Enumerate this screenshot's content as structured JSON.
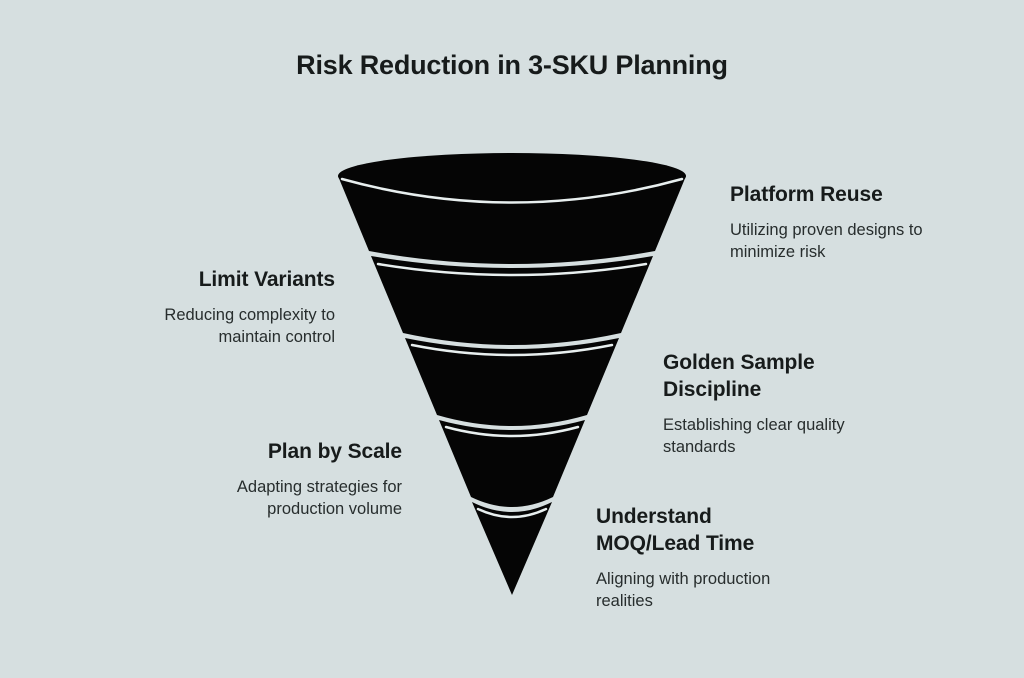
{
  "title": "Risk Reduction in 3-SKU Planning",
  "colors": {
    "background": "#d6dfe0",
    "funnel_fill": "#050505",
    "separator_line": "#e8efef",
    "heading_text": "#171b1b",
    "body_text": "#272d2d"
  },
  "funnel": {
    "type": "funnel",
    "segment_count": 5,
    "stages": [
      {
        "label": "Platform Reuse",
        "label_lines": [
          "Platform Reuse"
        ],
        "description": "Utilizing proven designs to minimize risk",
        "desc_lines": [
          "Utilizing proven designs to",
          "minimize risk"
        ],
        "side": "right"
      },
      {
        "label": "Limit Variants",
        "label_lines": [
          "Limit Variants"
        ],
        "description": "Reducing complexity to maintain control",
        "desc_lines": [
          "Reducing complexity to",
          "maintain control"
        ],
        "side": "left"
      },
      {
        "label": "Golden Sample Discipline",
        "label_lines": [
          "Golden Sample",
          "Discipline"
        ],
        "description": "Establishing clear quality standards",
        "desc_lines": [
          "Establishing clear quality",
          "standards"
        ],
        "side": "right"
      },
      {
        "label": "Plan by Scale",
        "label_lines": [
          "Plan by Scale"
        ],
        "description": "Adapting strategies for production volume",
        "desc_lines": [
          "Adapting strategies for",
          "production volume"
        ],
        "side": "left"
      },
      {
        "label": "Understand MOQ/Lead Time",
        "label_lines": [
          "Understand",
          "MOQ/Lead Time"
        ],
        "description": "Aligning with production realities",
        "desc_lines": [
          "Aligning with production",
          "realities"
        ],
        "side": "right"
      }
    ]
  }
}
